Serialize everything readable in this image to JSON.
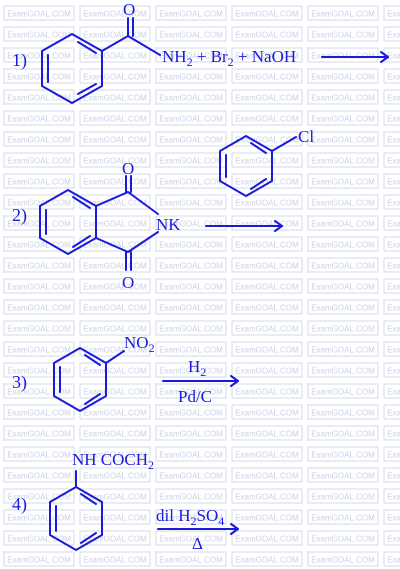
{
  "watermark": "ExamGOAL.COM",
  "colors": {
    "ink": "#1a1adb",
    "watermark": "#c9d1e6",
    "background": "#ffffff"
  },
  "questions": [
    {
      "number": "1)",
      "carbonyl_o": "O",
      "reagent": {
        "nh": "NH",
        "nh_sub": "2",
        "br_part": " + Br",
        "br_sub": "2",
        "naoh_part": " + NaOH"
      }
    },
    {
      "number": "2)",
      "o_top": "O",
      "o_bottom": "O",
      "nk": "NK",
      "chloro": "Cl"
    },
    {
      "number": "3)",
      "nitro": {
        "main": "NO",
        "sub": "2"
      },
      "above_arrow": {
        "main": "H",
        "sub": "2"
      },
      "below_arrow": "Pd/C"
    },
    {
      "number": "4)",
      "substituent": {
        "main": "NH COCH",
        "sub": "2"
      },
      "above_arrow": {
        "part1": "dil H",
        "sub1": "2",
        "part2": "SO",
        "sub2": "4"
      },
      "below_arrow": "Δ"
    }
  ]
}
